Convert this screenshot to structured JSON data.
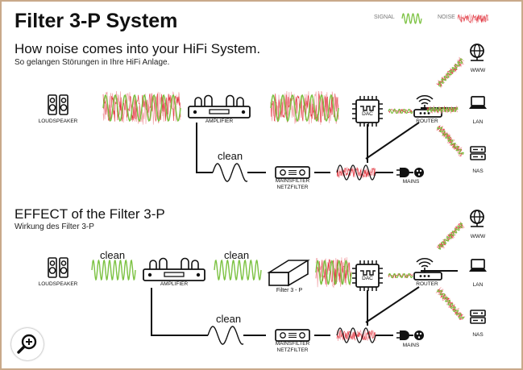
{
  "title": "Filter 3-P System",
  "legend": {
    "signal": "SIGNAL",
    "noise": "NOISE"
  },
  "section1": {
    "heading": "How noise comes into your HiFi System.",
    "subheading": "So gelangen Störungen in Ihre HiFi Anlage.",
    "labels": {
      "loudspeaker": "LOUDSPEAKER",
      "amplifier": "AMPLIFIER",
      "dac": "DAC",
      "router": "ROUTER",
      "www": "WWW",
      "lan": "LAN",
      "nas": "NAS",
      "mains": "MAINS",
      "mainsfilter": "MAINSFILTER",
      "netzfilter": "NETZFILTER",
      "clean": "clean"
    }
  },
  "section2": {
    "heading": "EFFECT of the Filter 3-P",
    "subheading": "Wirkung des Filter 3-P",
    "labels": {
      "loudspeaker": "LOUDSPEAKER",
      "amplifier": "AMPLIFIER",
      "filter3p": "Filter 3 - P",
      "dac": "DAC",
      "router": "ROUTER",
      "www": "WWW",
      "lan": "LAN",
      "nas": "NAS",
      "mains": "MAINS",
      "mainsfilter": "MAINSFILTER",
      "netzfilter": "NETZFILTER",
      "clean_left": "clean",
      "clean_mid": "clean",
      "clean_bottom": "clean"
    }
  },
  "colors": {
    "signal": "#7cc242",
    "noise": "#e0323c",
    "noise_light": "#f2a3a8",
    "border": "#c9a98a",
    "ink": "#111111"
  },
  "icons": {
    "zoom": "zoom-in-icon",
    "globe": "globe-icon",
    "laptop": "laptop-icon",
    "server": "server-icon",
    "plug": "power-plug-icon"
  }
}
